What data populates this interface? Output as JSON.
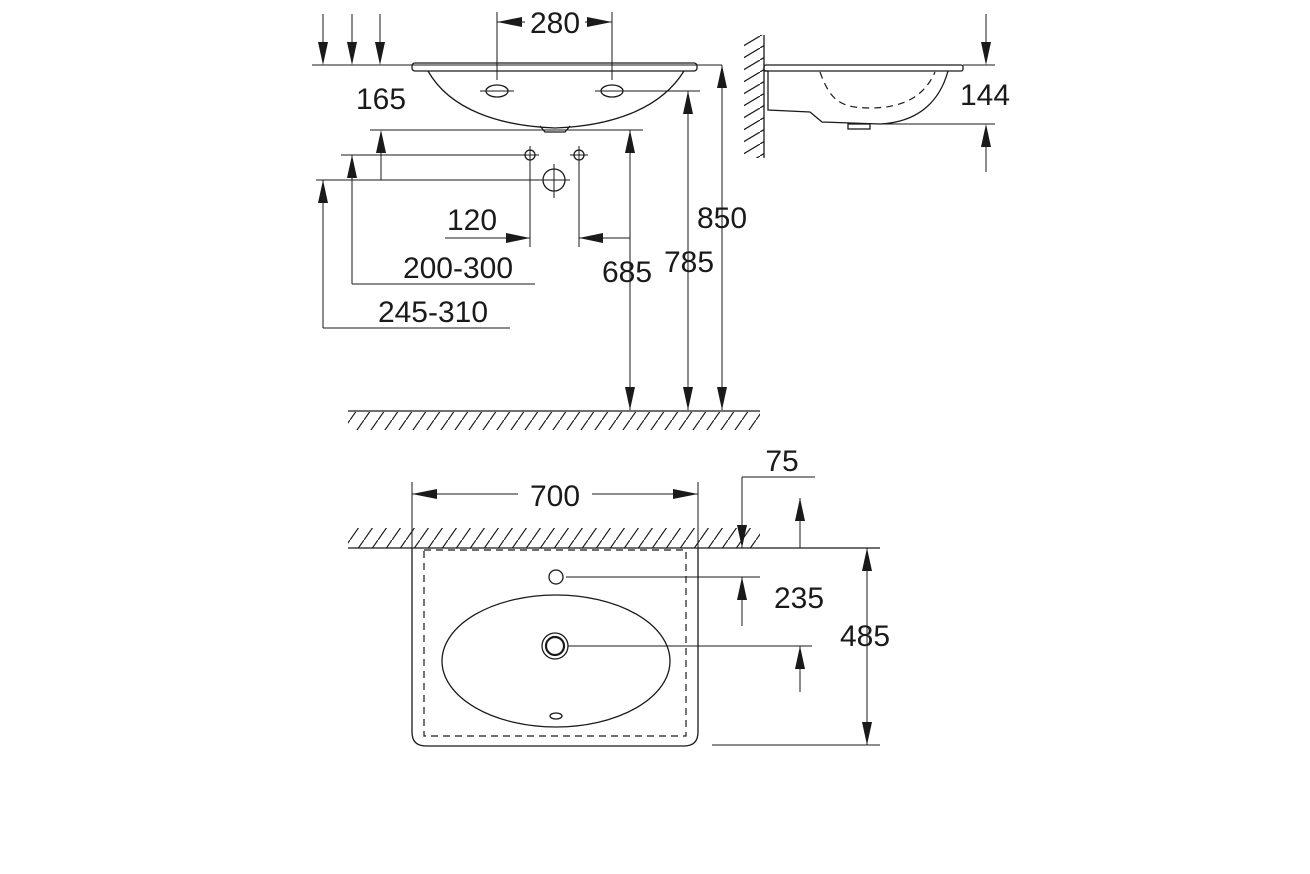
{
  "diagram": {
    "line_color": "#1a1a1a",
    "background": "#ffffff",
    "dimensions": {
      "d280": "280",
      "d165": "165",
      "d144": "144",
      "d850": "850",
      "d120": "120",
      "d785": "785",
      "d685": "685",
      "d200_300": "200-300",
      "d245_310": "245-310",
      "d700": "700",
      "d75": "75",
      "d235": "235",
      "d485": "485"
    }
  }
}
